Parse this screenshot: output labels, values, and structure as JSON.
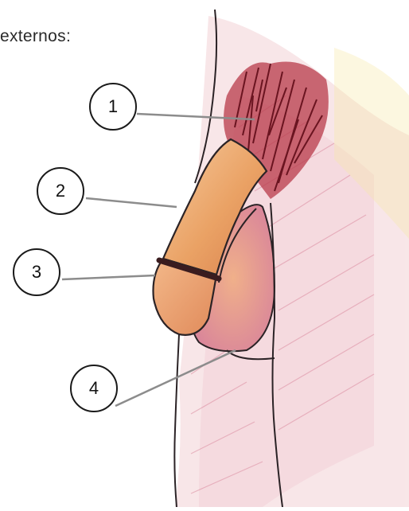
{
  "caption": "externos:",
  "labels": [
    "1",
    "2",
    "3",
    "4"
  ],
  "colors": {
    "outline": "#2b2326",
    "pubic_hair": "#8a1f2e",
    "skin_light": "#f2b98a",
    "skin_orange": "#e39a5a",
    "pink_shading": "#d9849a",
    "leader_line": "#8c8c8c"
  }
}
